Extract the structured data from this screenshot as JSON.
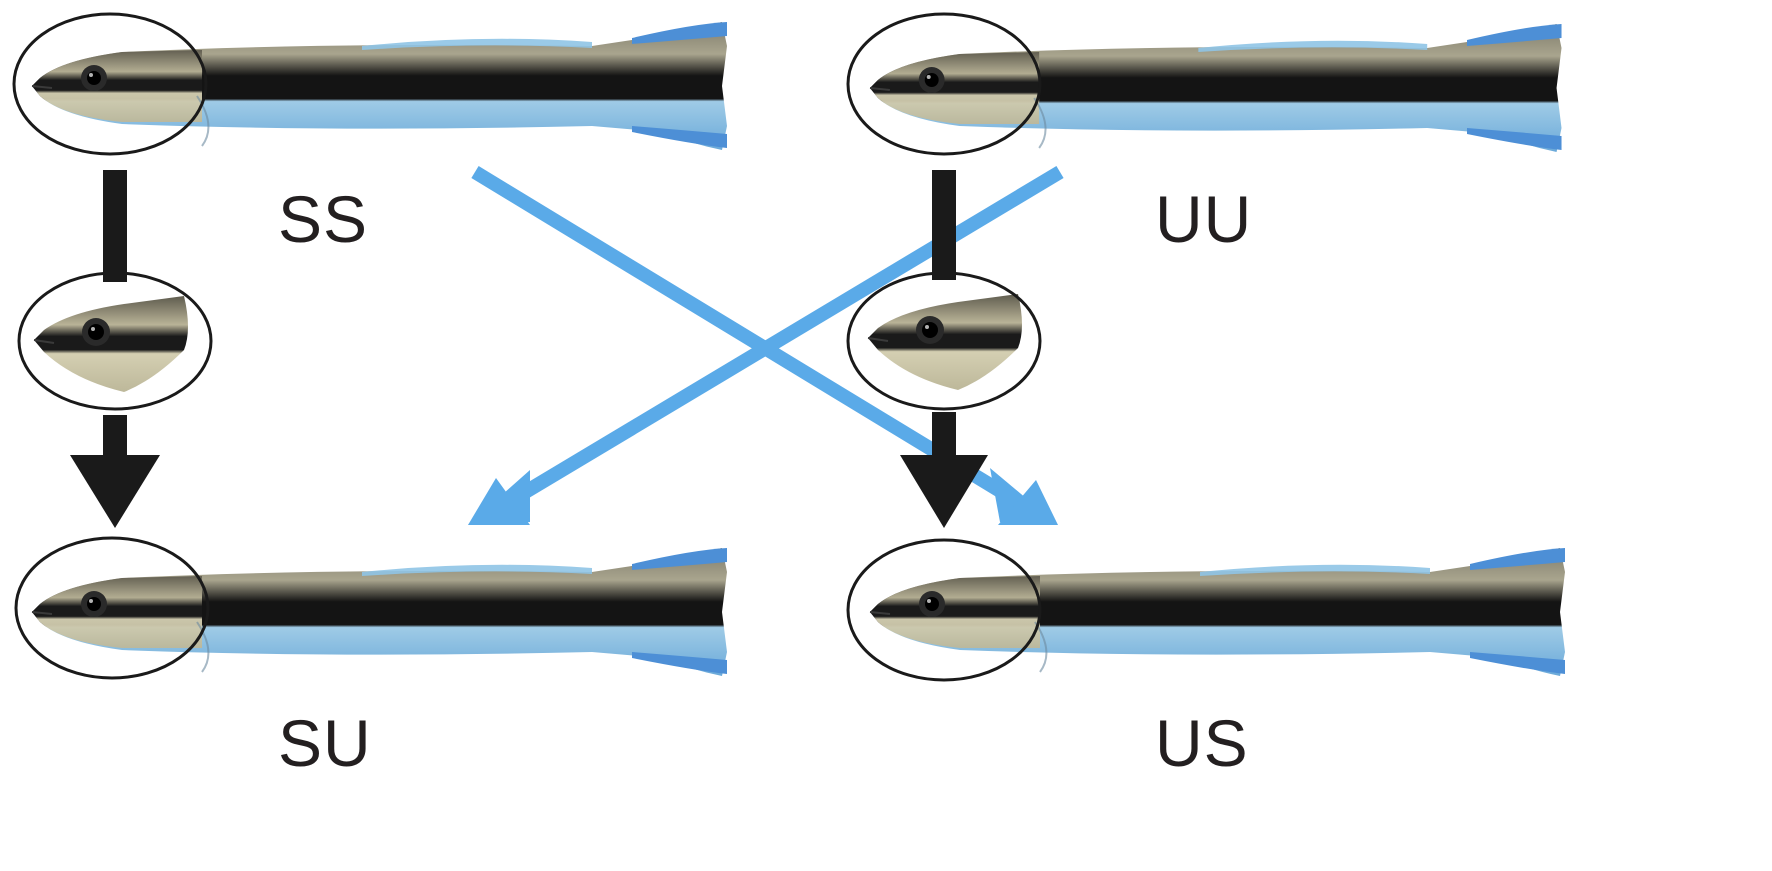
{
  "labels": {
    "ss": "SS",
    "uu": "UU",
    "su": "SU",
    "us": "US"
  },
  "colors": {
    "stripe_black": "#141414",
    "body_blue": "#8fc4e6",
    "fin_blue": "#4d8fd6",
    "head_tan": "#c9c3a4",
    "arrow_blue": "#5aaae8",
    "arrow_black": "#1a1a1a",
    "ellipse": "#1a1a1a"
  },
  "icons": [
    "cleaner-fish",
    "fish-head",
    "down-arrow",
    "diagonal-arrow"
  ]
}
